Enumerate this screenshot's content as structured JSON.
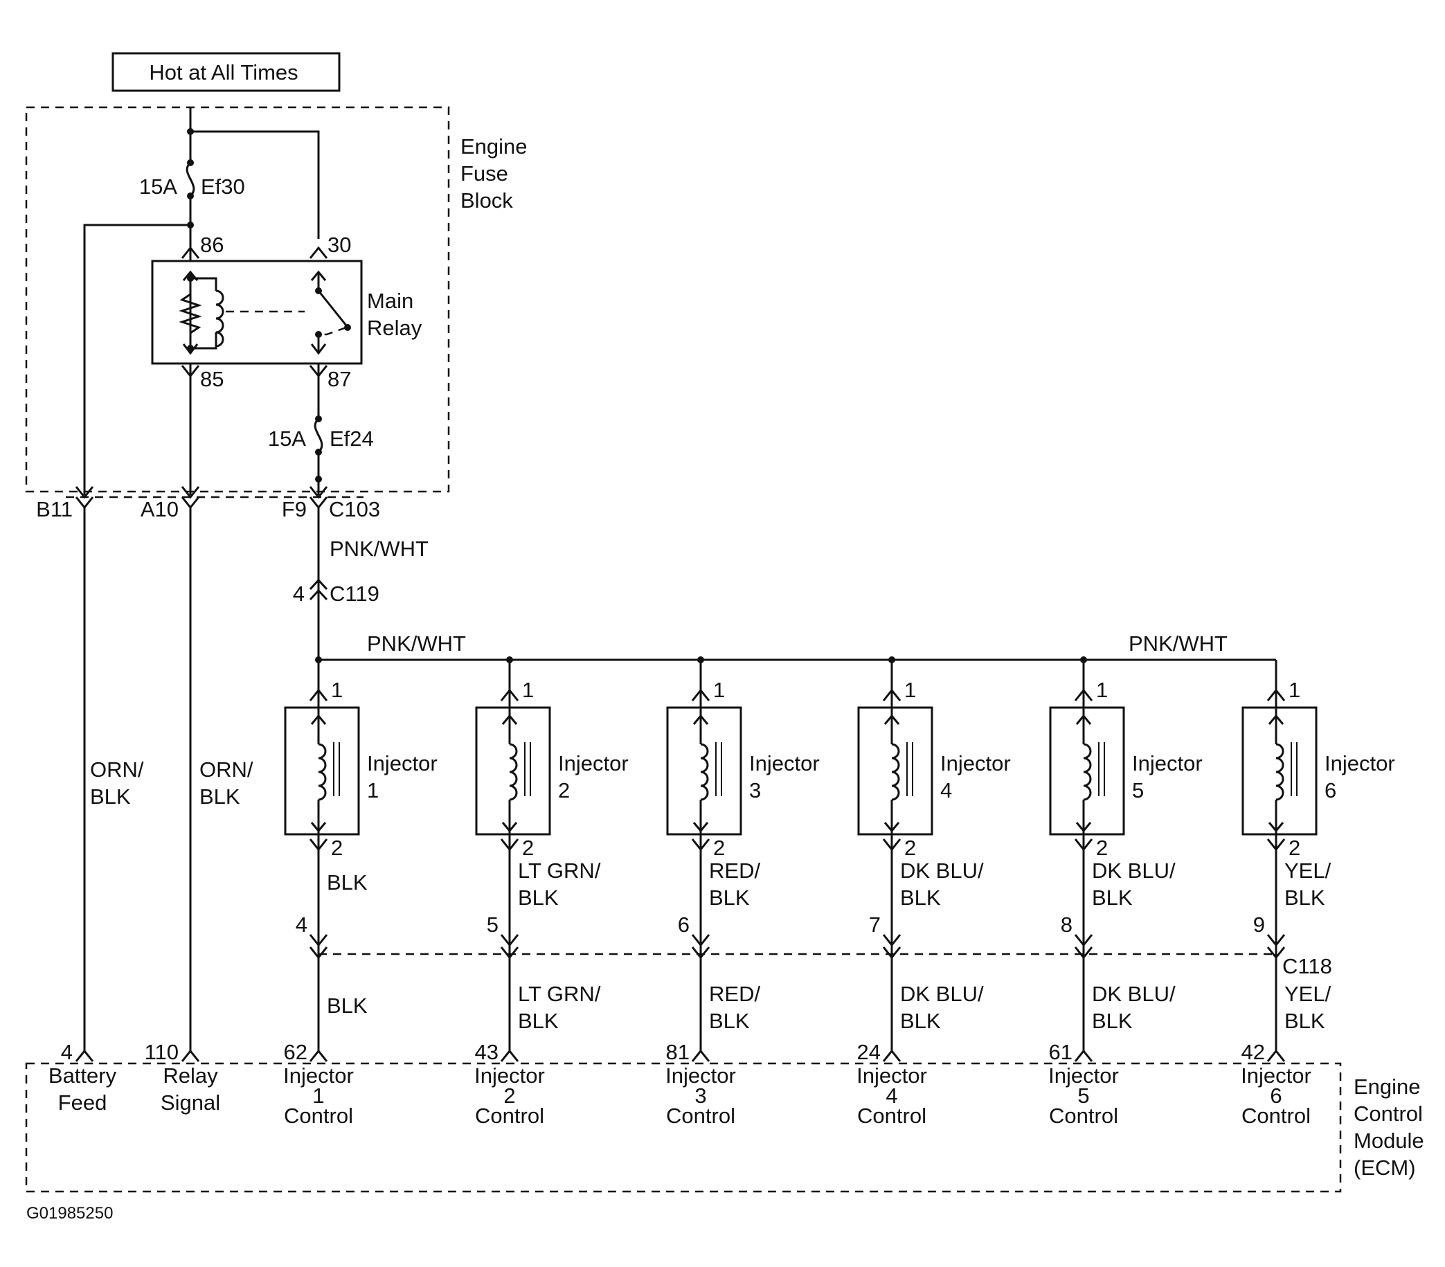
{
  "power_label": "Hot at All Times",
  "fuse_block_label": [
    "Engine",
    "Fuse",
    "Block"
  ],
  "fuse_top": {
    "rating": "15A",
    "name": "Ef30"
  },
  "fuse_bottom": {
    "rating": "15A",
    "name": "Ef24"
  },
  "relay_label": [
    "Main",
    "Relay"
  ],
  "relay_pins": {
    "p86": "86",
    "p30": "30",
    "p85": "85",
    "p87": "87"
  },
  "connector_c103": {
    "name": "C103",
    "b11": "B11",
    "a10": "A10",
    "f9": "F9"
  },
  "connector_c119": {
    "name": "C119",
    "pin": "4"
  },
  "connector_c118": {
    "name": "C118"
  },
  "wire_feed": "PNK/WHT",
  "wire_bus_left": "PNK/WHT",
  "wire_bus_right": "PNK/WHT",
  "wire_orn_a": [
    "ORN/",
    "BLK"
  ],
  "wire_orn_b": [
    "ORN/",
    "BLK"
  ],
  "injectors": [
    {
      "name": "Injector",
      "num": "1",
      "pin_top": "1",
      "pin_bottom": "2",
      "wire": [
        "BLK"
      ],
      "c118_pin": "4",
      "ecm_pin": "62",
      "ecm_label": [
        "Injector",
        "1",
        "Control"
      ]
    },
    {
      "name": "Injector",
      "num": "2",
      "pin_top": "1",
      "pin_bottom": "2",
      "wire": [
        "LT GRN/",
        "BLK"
      ],
      "c118_pin": "5",
      "ecm_pin": "43",
      "ecm_label": [
        "Injector",
        "2",
        "Control"
      ]
    },
    {
      "name": "Injector",
      "num": "3",
      "pin_top": "1",
      "pin_bottom": "2",
      "wire": [
        "RED/",
        "BLK"
      ],
      "c118_pin": "6",
      "ecm_pin": "81",
      "ecm_label": [
        "Injector",
        "3",
        "Control"
      ]
    },
    {
      "name": "Injector",
      "num": "4",
      "pin_top": "1",
      "pin_bottom": "2",
      "wire": [
        "DK BLU/",
        "BLK"
      ],
      "c118_pin": "7",
      "ecm_pin": "24",
      "ecm_label": [
        "Injector",
        "4",
        "Control"
      ]
    },
    {
      "name": "Injector",
      "num": "5",
      "pin_top": "1",
      "pin_bottom": "2",
      "wire": [
        "DK BLU/",
        "BLK"
      ],
      "c118_pin": "8",
      "ecm_pin": "61",
      "ecm_label": [
        "Injector",
        "5",
        "Control"
      ]
    },
    {
      "name": "Injector",
      "num": "6",
      "pin_top": "1",
      "pin_bottom": "2",
      "wire": [
        "YEL/",
        "BLK"
      ],
      "c118_pin": "9",
      "ecm_pin": "42",
      "ecm_label": [
        "Injector",
        "6",
        "Control"
      ]
    }
  ],
  "ecm_battery": {
    "pin": "4",
    "label": [
      "Battery",
      "Feed"
    ]
  },
  "ecm_relay": {
    "pin": "110",
    "label": [
      "Relay",
      "Signal"
    ]
  },
  "ecm_label": [
    "Engine",
    "Control",
    "Module",
    "(ECM)"
  ],
  "figure_id": "G01985250"
}
